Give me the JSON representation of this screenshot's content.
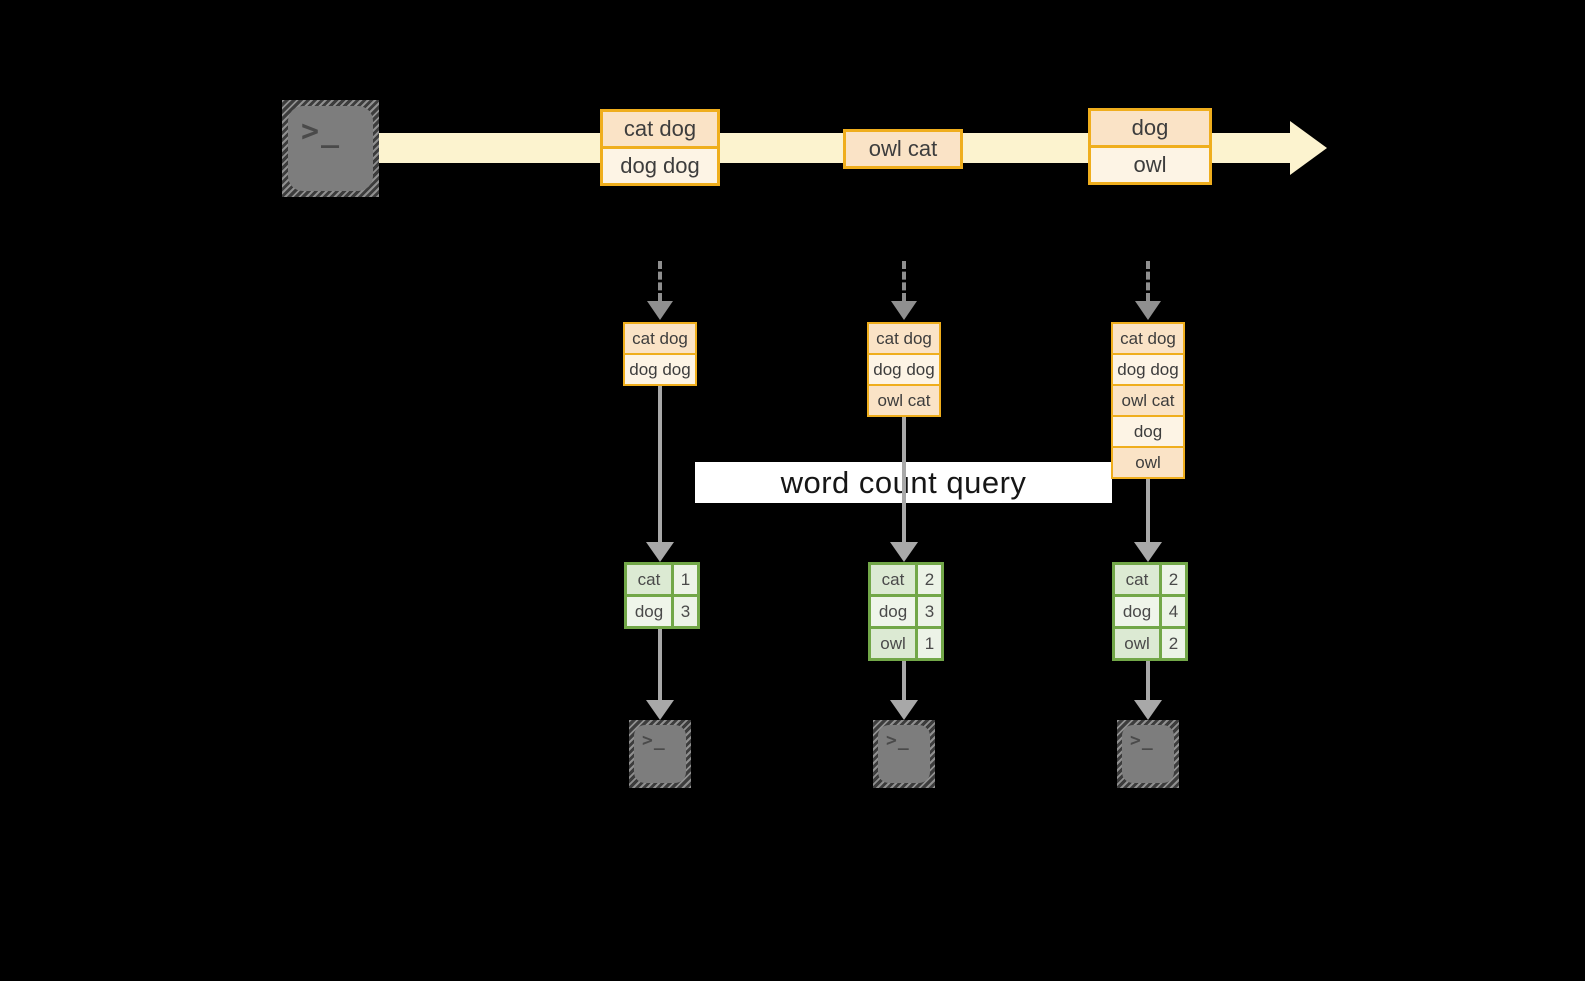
{
  "query": {
    "label": "word count query"
  },
  "icons": {
    "source_terminal": "terminal-icon",
    "sink_terminal": "terminal-icon",
    "prompt_glyph": ">_"
  },
  "stream": {
    "boxes": [
      {
        "cells": [
          "cat dog",
          "dog dog"
        ]
      },
      {
        "cells": [
          "owl cat"
        ]
      },
      {
        "cells": [
          "dog",
          "owl"
        ]
      }
    ]
  },
  "columns": [
    {
      "stack": [
        "cat dog",
        "dog dog"
      ],
      "counts": [
        {
          "word": "cat",
          "count": "1"
        },
        {
          "word": "dog",
          "count": "3"
        }
      ]
    },
    {
      "stack": [
        "cat dog",
        "dog dog",
        "owl cat"
      ],
      "counts": [
        {
          "word": "cat",
          "count": "2"
        },
        {
          "word": "dog",
          "count": "3"
        },
        {
          "word": "owl",
          "count": "1"
        }
      ]
    },
    {
      "stack": [
        "cat dog",
        "dog dog",
        "owl cat",
        "dog",
        "owl"
      ],
      "counts": [
        {
          "word": "cat",
          "count": "2"
        },
        {
          "word": "dog",
          "count": "4"
        },
        {
          "word": "owl",
          "count": "2"
        }
      ]
    }
  ],
  "colors": {
    "background": "#000000",
    "stream_fill": "#fcf3cf",
    "record_border": "#efae1d",
    "record_fill_dark": "#fae3c6",
    "record_fill_light": "#fdf4e5",
    "table_border": "#72a748",
    "table_fill_dark": "#dcead3",
    "table_fill_light": "#eff5ea",
    "arrow_gray": "#a8a8a8",
    "query_band": "#ffffff"
  }
}
